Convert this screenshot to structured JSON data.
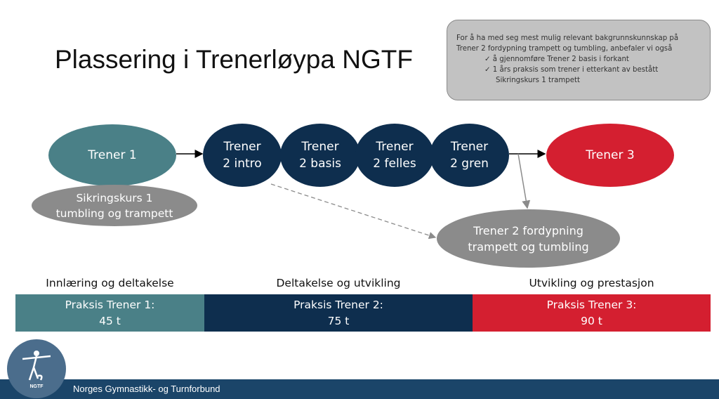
{
  "title": "Plassering i Trenerløypa NGTF",
  "note": {
    "intro": "For å ha med seg mest mulig relevant bakgrunnskunnskap på Trener 2 fordypning trampett og tumbling, anbefaler vi også",
    "items": [
      "å gjennomføre Trener 2 basis i forkant",
      "1 års praksis som trener i etterkant av bestått Sikringskurs 1 trampett"
    ],
    "items_display": [
      "å gjennomføre Trener 2 basis i forkant",
      "1 års praksis som trener i etterkant av bestått",
      "Sikringskurs 1 trampett"
    ],
    "check": "✓"
  },
  "nodes": {
    "trener1": "Trener 1",
    "intro": [
      "Trener",
      "2 intro"
    ],
    "basis": [
      "Trener",
      "2 basis"
    ],
    "felles": [
      "Trener",
      "2 felles"
    ],
    "gren": [
      "Trener",
      "2 gren"
    ],
    "trener3": "Trener 3",
    "sikring": [
      "Sikringskurs 1",
      "tumbling og trampett"
    ],
    "fordypning": [
      "Trener 2 fordypning",
      "trampett og tumbling"
    ]
  },
  "phases": [
    {
      "label": "Innlæring og deltakelse",
      "bar": "Praksis Trener 1:",
      "hours": "45 t"
    },
    {
      "label": "Deltakelse og utvikling",
      "bar": "Praksis Trener 2:",
      "hours": "75 t"
    },
    {
      "label": "Utvikling og prestasjon",
      "bar": "Praksis Trener 3:",
      "hours": "90 t"
    }
  ],
  "colors": {
    "teal": "#4a8087",
    "navy": "#0e2e4e",
    "red": "#d41f30",
    "gray": "#8b8b8b",
    "footer": "#1b4569"
  },
  "footer": {
    "org": "Norges Gymnastikk- og Turnforbund",
    "logo_text": "NGTF"
  }
}
